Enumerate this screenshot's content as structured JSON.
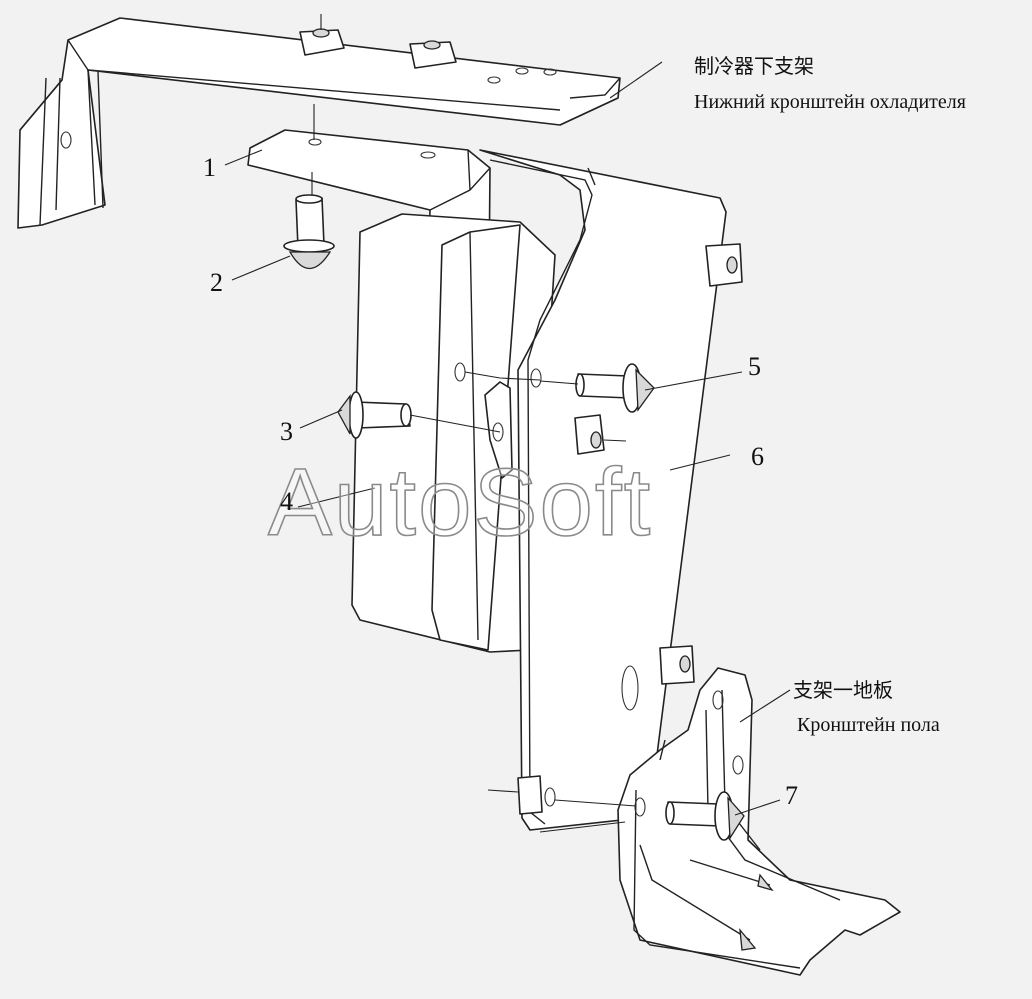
{
  "labels": {
    "cooler_bracket_cn": "制冷器下支架",
    "cooler_bracket_ru": "Нижний кронштейн охладителя",
    "floor_bracket_cn": "支架一地板",
    "floor_bracket_ru": "Кронштейн пола"
  },
  "callouts": [
    "1",
    "2",
    "3",
    "4",
    "5",
    "6",
    "7"
  ],
  "watermark": "AutoSoft"
}
